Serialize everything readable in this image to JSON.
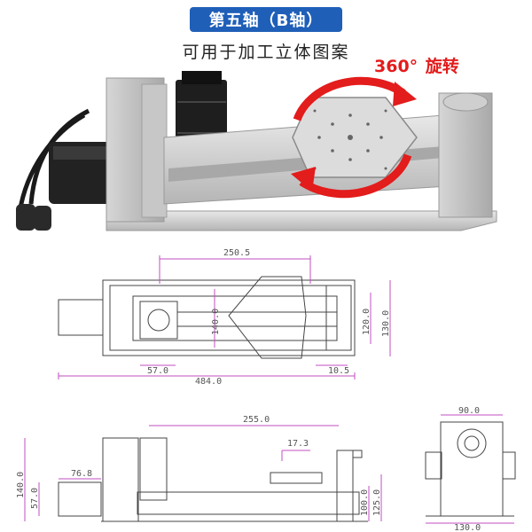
{
  "header": {
    "title": "第五轴（B轴）",
    "subtitle": "可用于加工立体图案"
  },
  "rotation": {
    "value": "360°",
    "text": "旋转",
    "color": "#e31c1c"
  },
  "colors": {
    "title_bg": "#1f5fb8",
    "dim_line": "#c04fc0",
    "drawing": "#444444"
  },
  "top_view": {
    "d_250_5": "250.5",
    "d_140_0": "140.0",
    "d_120_0": "120.0",
    "d_130_0": "130.0",
    "d_57_0": "57.0",
    "d_10_5": "10.5",
    "d_484_0": "484.0"
  },
  "front_view": {
    "d_255_0": "255.0",
    "d_17_3": "17.3",
    "d_140_0": "140.0",
    "d_76_8": "76.8",
    "d_57_0": "57.0",
    "d_100_0": "100.0",
    "d_125_0": "125.0"
  },
  "side_view": {
    "d_90_0": "90.0",
    "d_130_0": "130.0"
  }
}
